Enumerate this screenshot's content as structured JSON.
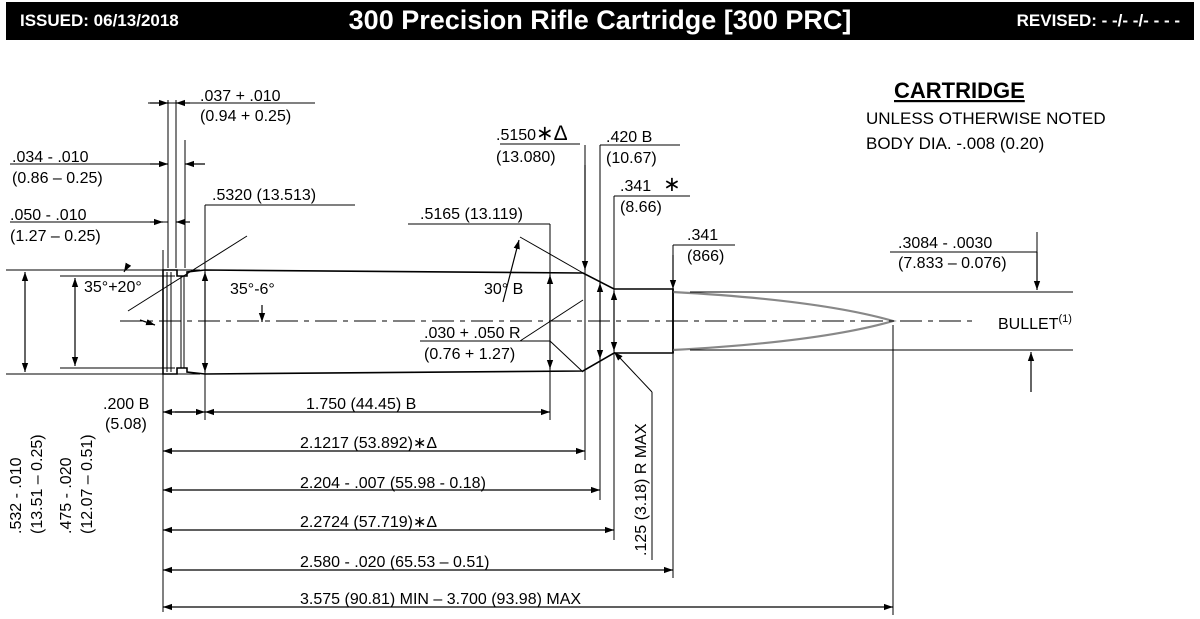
{
  "header": {
    "issued": "ISSUED:  06/13/2018",
    "title": "300 Precision Rifle Cartridge [300 PRC]",
    "revised": "REVISED:  - -/- -/- - - -"
  },
  "notes": {
    "heading": "CARTRIDGE",
    "line1": "UNLESS OTHERWISE NOTED",
    "line2": "BODY DIA. -.008 (0.20)"
  },
  "dimensions": {
    "rim_thick": ".037 + .010",
    "rim_thick_mm": "(0.94 + 0.25)",
    "groove_dia": ".034 - .010",
    "groove_dia_mm": "(0.86 – 0.25)",
    "groove_w": ".050 - .010",
    "groove_w_mm": "(1.27 – 0.25)",
    "base_dia": ".5320 (13.513)",
    "shoulder_dia": ".5165 (13.119)",
    "neck_len": ".5150",
    "neck_len_mm": "(13.080)",
    "neck_len_sym": "∗Δ",
    "neck_dia_b": ".420 B",
    "neck_dia_b_mm": "(10.67)",
    "neck_dia": ".341",
    "neck_dia_star": "∗",
    "neck_dia_mm": "(8.66)",
    "neck_outer": ".341",
    "neck_outer_mm": "(866)",
    "bullet_dia": ".3084 - .0030",
    "bullet_dia_mm": "(7.833 – 0.076)",
    "rim_angle": "35°+20°",
    "body_angle": "35°-6°",
    "shoulder_angle": "30° B",
    "shoulder_radius": ".030 + .050 R",
    "shoulder_radius_mm": "(0.76 + 1.27)",
    "bullet_label": "BULLET",
    "bullet_note": "(1)",
    "rim_dia": ".532 - .010",
    "rim_dia_mm": "(13.51 – 0.25)",
    "extractor_dia": ".475 - .020",
    "extractor_dia_mm": "(12.07 – 0.51)",
    "base_len": ".200  B",
    "base_len_mm": "(5.08)",
    "body_len": "1.750   (44.45) B",
    "shoulder_len": "2.1217 (53.892)∗Δ",
    "neck_start": "2.204 - .007 (55.98 - 0.18)",
    "neck_len2": "2.2724 (57.719)∗Δ",
    "case_len": "2.580 - .020 (65.53 – 0.51)",
    "overall_len": "3.575 (90.81) MIN – 3.700 (93.98) MAX",
    "neck_radius": ".125 (3.18) R MAX"
  }
}
